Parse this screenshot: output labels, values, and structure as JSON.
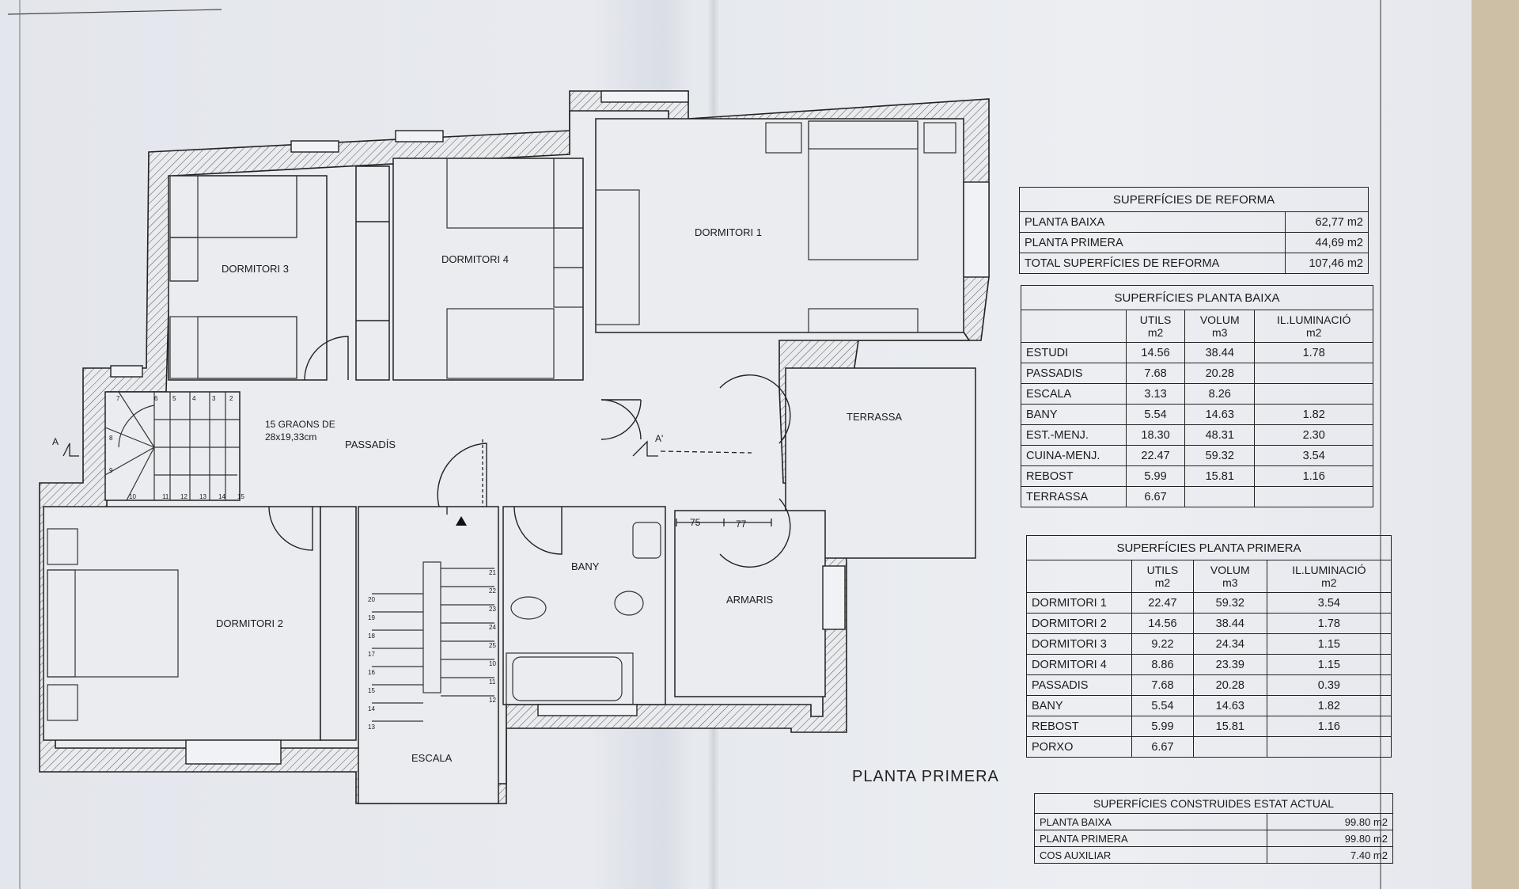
{
  "plan": {
    "title": "PLANTA PRIMERA",
    "rooms": {
      "dormitori1": "DORMITORI 1",
      "dormitori2": "DORMITORI 2",
      "dormitori3": "DORMITORI 3",
      "dormitori4": "DORMITORI 4",
      "passadis": "PASSADÍS",
      "bany": "BANY",
      "armaris": "ARMARIS",
      "terrassa": "TERRASSA",
      "escala": "ESCALA"
    },
    "stair_note_1": "15 GRAONS DE",
    "stair_note_2": "28x19,33cm",
    "section_a": "A",
    "section_a_prime": "A'",
    "dim_75": "75",
    "dim_77": "77",
    "steps_left_top": [
      "7",
      "6",
      "5",
      "4",
      "3",
      "2"
    ],
    "steps_left_side": [
      "8",
      "9"
    ],
    "steps_left_bottom": [
      "10",
      "11",
      "12",
      "13",
      "14",
      "15"
    ],
    "steps_right_col": [
      "21",
      "22",
      "23",
      "24",
      "25",
      "10",
      "11",
      "12"
    ],
    "steps_left_col": [
      "20",
      "19",
      "18",
      "17",
      "16",
      "15",
      "14",
      "13"
    ]
  },
  "tables": {
    "reforma": {
      "title": "SUPERFÍCIES DE REFORMA",
      "rows": [
        {
          "label": "PLANTA BAIXA",
          "value": "62,77  m2"
        },
        {
          "label": "PLANTA PRIMERA",
          "value": "44,69  m2"
        },
        {
          "label": "TOTAL SUPERFÍCIES DE REFORMA",
          "value": "107,46  m2"
        }
      ]
    },
    "baixa": {
      "title": "SUPERFÍCIES PLANTA BAIXA",
      "headers": [
        "",
        "UTILS\nm2",
        "VOLUM\nm3",
        "IL.LUMINACIÓ\nm2"
      ],
      "rows": [
        [
          "ESTUDI",
          "14.56",
          "38.44",
          "1.78"
        ],
        [
          "PASSADIS",
          "7.68",
          "20.28",
          ""
        ],
        [
          "ESCALA",
          "3.13",
          "8.26",
          ""
        ],
        [
          "BANY",
          "5.54",
          "14.63",
          "1.82"
        ],
        [
          "EST.-MENJ.",
          "18.30",
          "48.31",
          "2.30"
        ],
        [
          "CUINA-MENJ.",
          "22.47",
          "59.32",
          "3.54"
        ],
        [
          "REBOST",
          "5.99",
          "15.81",
          "1.16"
        ],
        [
          "TERRASSA",
          "6.67",
          "",
          ""
        ]
      ]
    },
    "primera": {
      "title": "SUPERFÍCIES PLANTA PRIMERA",
      "headers": [
        "",
        "UTILS\nm2",
        "VOLUM\nm3",
        "IL.LUMINACIÓ\nm2"
      ],
      "rows": [
        [
          "DORMITORI  1",
          "22.47",
          "59.32",
          "3.54"
        ],
        [
          "DORMITORI  2",
          "14.56",
          "38.44",
          "1.78"
        ],
        [
          "DORMITORI  3",
          "9.22",
          "24.34",
          "1.15"
        ],
        [
          "DORMITORI  4",
          "8.86",
          "23.39",
          "1.15"
        ],
        [
          "PASSADIS",
          "7.68",
          "20.28",
          "0.39"
        ],
        [
          "BANY",
          "5.54",
          "14.63",
          "1.82"
        ],
        [
          "REBOST",
          "5.99",
          "15.81",
          "1.16"
        ],
        [
          "PORXO",
          "6.67",
          "",
          ""
        ]
      ]
    },
    "construides": {
      "title": "SUPERFÍCIES  CONSTRUIDES  ESTAT  ACTUAL",
      "rows": [
        {
          "label": "PLANTA BAIXA",
          "value": "99.80  m2"
        },
        {
          "label": "PLANTA PRIMERA",
          "value": "99.80  m2"
        },
        {
          "label": "COS AUXILIAR",
          "value": "7.40  m2"
        }
      ]
    }
  }
}
